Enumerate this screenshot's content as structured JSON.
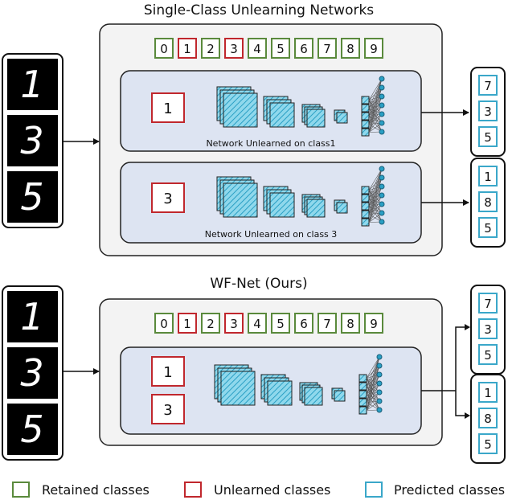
{
  "titles": {
    "top": "Single-Class Unlearning Networks",
    "bottom": "WF-Net (Ours)"
  },
  "class_row": [
    "0",
    "1",
    "2",
    "3",
    "4",
    "5",
    "6",
    "7",
    "8",
    "9"
  ],
  "unlearned_classes": [
    "1",
    "3"
  ],
  "input_digits": [
    "1",
    "3",
    "5"
  ],
  "top_networks": [
    {
      "unlearned": "1",
      "caption": "Network Unlearned on class1"
    },
    {
      "unlearned": "3",
      "caption": "Network Unlearned on class 3"
    }
  ],
  "wf_unlearned": [
    "1",
    "3"
  ],
  "predictions": {
    "top": [
      [
        "7",
        "3",
        "5"
      ],
      [
        "1",
        "8",
        "5"
      ]
    ],
    "bottom": [
      [
        "7",
        "3",
        "5"
      ],
      [
        "1",
        "8",
        "5"
      ]
    ]
  },
  "legend": {
    "retained": "Retained classes",
    "unlearned": "Unlearned classes",
    "predicted": "Predicted classes"
  },
  "colors": {
    "retained": "#5a8a3c",
    "unlearned": "#c0272d",
    "predicted": "#3aa7c9",
    "panel_bg": "#f3f3f3",
    "network_bg": "#dde4f2",
    "hatch": "#4fc1de"
  }
}
